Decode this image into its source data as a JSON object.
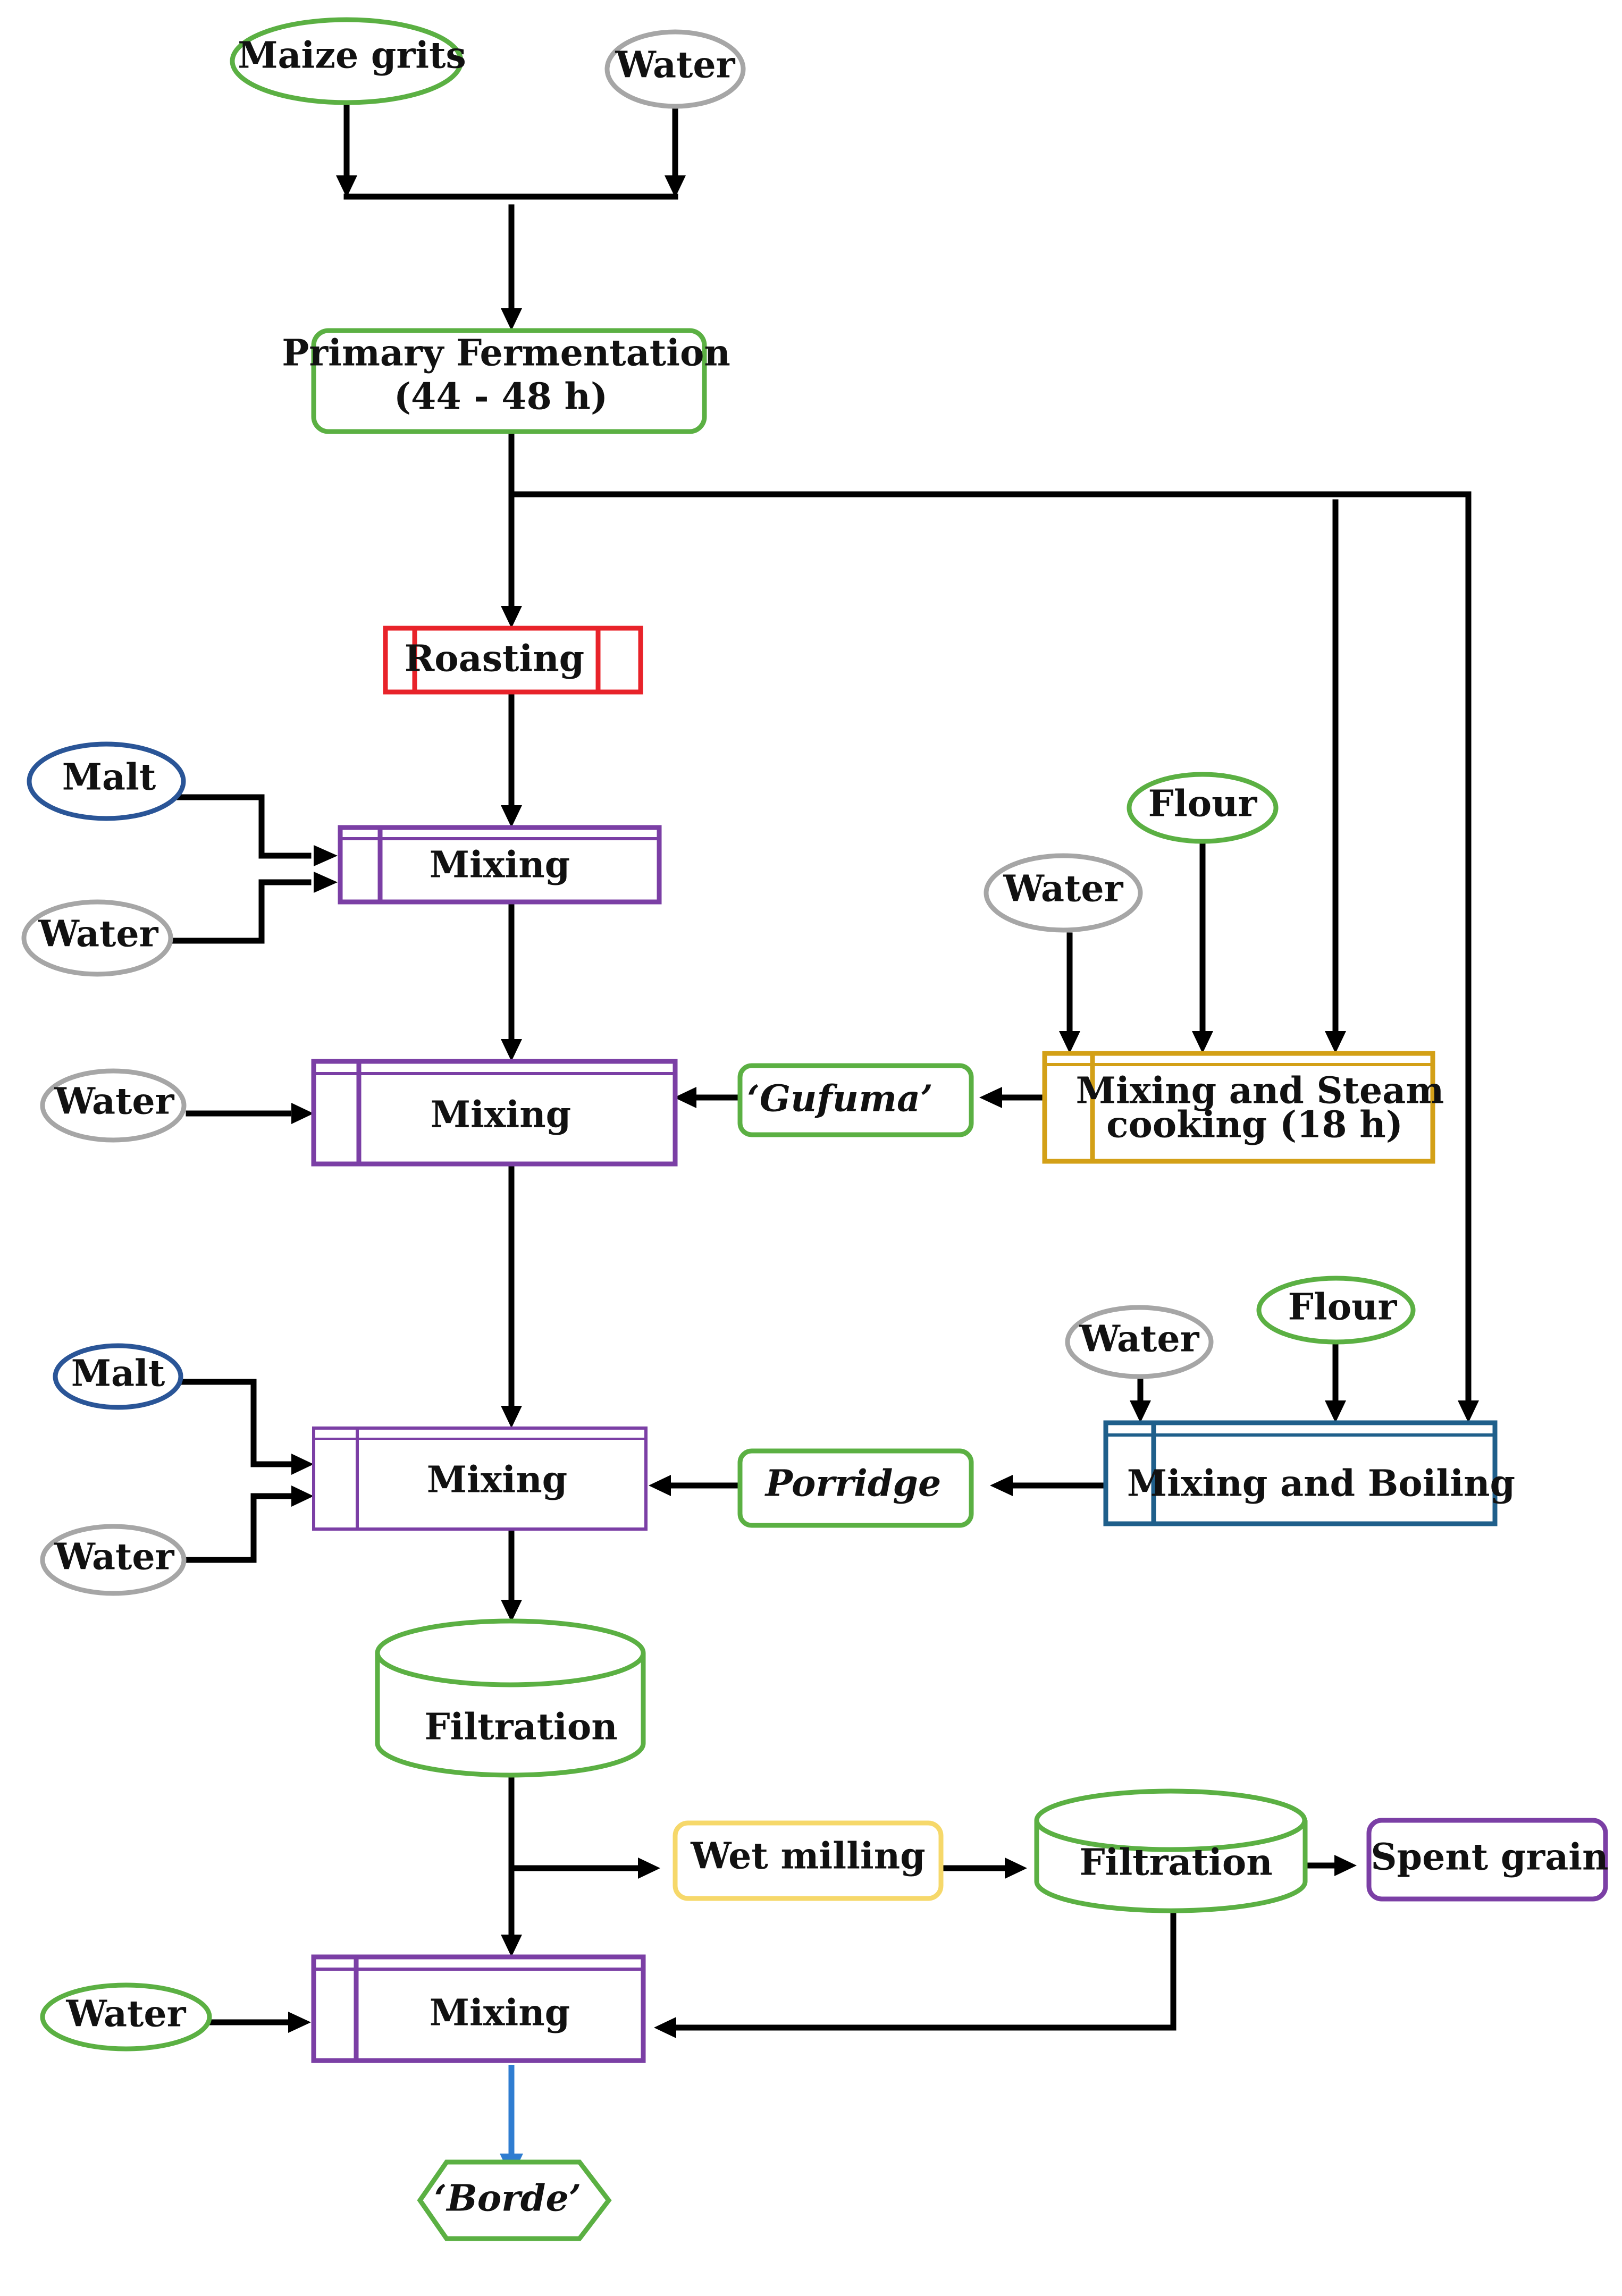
{
  "nodes": {
    "maize_grits": "Maize grits",
    "water_top": "Water",
    "primary_fermentation": [
      "Primary Fermentation",
      "(44 - 48 h)"
    ],
    "roasting": "Roasting",
    "malt_1": "Malt",
    "water_1": "Water",
    "mixing_1": "Mixing",
    "water_2": "Water",
    "mixing_2": "Mixing",
    "gufuma": "‘Gufuma’",
    "water_steam": "Water",
    "flour_steam": "Flour",
    "mixing_steam": [
      "Mixing and Steam",
      "cooking (18 h)"
    ],
    "malt_2": "Malt",
    "water_3": "Water",
    "mixing_3": "Mixing",
    "porridge": "Porridge",
    "water_boil": "Water",
    "flour_boil": "Flour",
    "mixing_boiling": "Mixing and Boiling",
    "filtration_1": "Filtration",
    "wet_milling": "Wet milling",
    "filtration_2": "Filtration",
    "spent_grain": "Spent grain",
    "water_4": "Water",
    "mixing_4": "Mixing",
    "borde": "‘Borde’"
  },
  "colors": {
    "green": "#5bb043",
    "gray": "#a6a6a6",
    "red": "#e8232a",
    "blue_dark": "#2a5597",
    "purple": "#7b3fa5",
    "gold": "#d3a017",
    "teal_blue": "#1f5f8b",
    "yellow": "#f6d86a",
    "arrow": "#000000",
    "final_arrow": "#2f7dd1"
  }
}
